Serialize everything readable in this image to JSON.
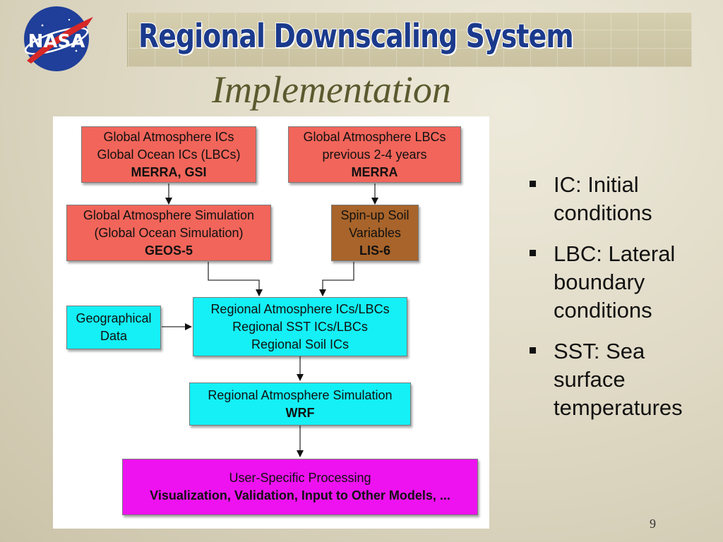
{
  "header": {
    "logo_text": "NASA",
    "title": "Regional Downscaling System",
    "subtitle": "Implementation"
  },
  "diagram": {
    "nodes": {
      "global_ics": {
        "line1": "Global Atmosphere ICs",
        "line2": "Global Ocean ICs (LBCs)",
        "bold": "MERRA, GSI"
      },
      "global_lbcs": {
        "line1": "Global Atmosphere LBCs",
        "line2": "previous 2-4 years",
        "bold": "MERRA"
      },
      "global_sim": {
        "line1": "Global Atmosphere Simulation",
        "line2": "(Global Ocean Simulation)",
        "bold": "GEOS-5"
      },
      "spinup": {
        "line1": "Spin-up Soil",
        "line2": "Variables",
        "bold": "LIS-6"
      },
      "geo": {
        "line1": "Geographical",
        "line2": "Data"
      },
      "regional_ics": {
        "line1": "Regional Atmosphere ICs/LBCs",
        "line2": "Regional SST ICs/LBCs",
        "line3": "Regional Soil ICs"
      },
      "regional_sim": {
        "line1": "Regional Atmosphere Simulation",
        "bold": "WRF"
      },
      "user": {
        "line1": "User-Specific Processing",
        "bold": "Visualization, Validation, Input to Other Models, ..."
      }
    },
    "colors": {
      "red": "#f2655a",
      "brown": "#a8642a",
      "cyan": "#14f0f5",
      "magenta": "#ee12f0"
    }
  },
  "bullets": [
    "IC:  Initial conditions",
    "LBC: Lateral boundary conditions",
    "SST:  Sea surface temperatures"
  ],
  "page_number": "9"
}
